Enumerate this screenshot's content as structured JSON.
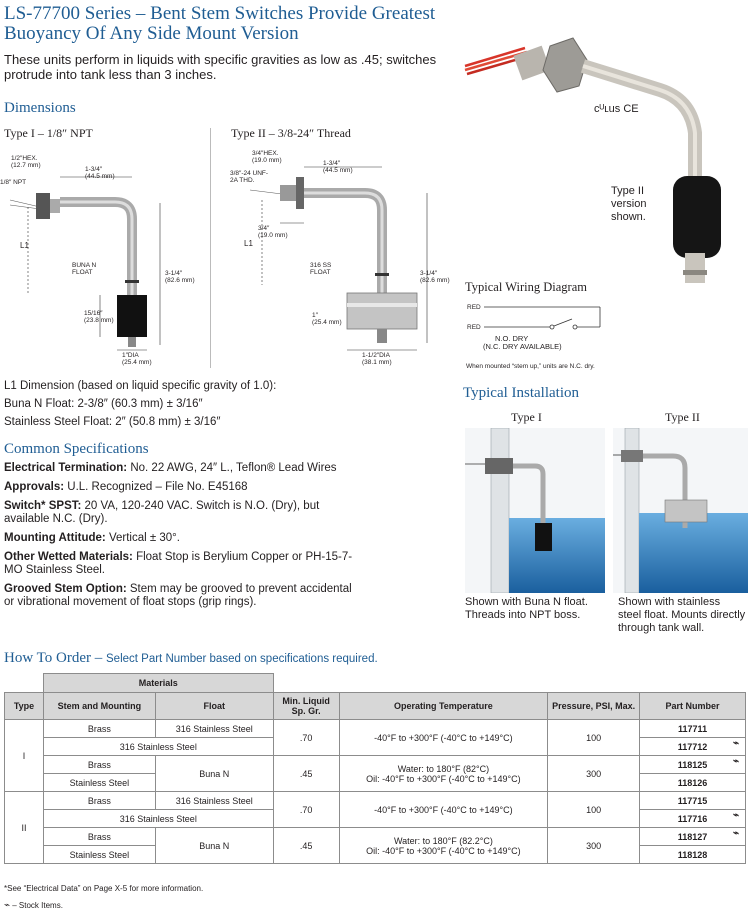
{
  "header": {
    "title_line1": "LS-77700 Series – Bent Stem Switches Provide Greatest",
    "title_line2": "Buoyancy Of Any Side Mount Version",
    "intro_line1": "These units perform in liquids with specific gravities as low as .45; switches",
    "intro_line2": "protrude into tank less than 3 inches."
  },
  "photo": {
    "caption": "Type II version shown.",
    "caption_line1": "Type II",
    "caption_line2": "version",
    "caption_line3": "shown.",
    "cert_text": "cᵁʟus CE"
  },
  "dimensions": {
    "heading": "Dimensions",
    "type1": {
      "title": "Type I – 1/8″ NPT",
      "hex": "1/2″HEX.",
      "hex_mm": "(12.7 mm)",
      "npt": "1/8″ NPT",
      "horiz": "1-3/4″",
      "horiz_mm": "(44.5 mm)",
      "l1": "L1",
      "float": "BUNA N",
      "float2": "FLOAT",
      "vert": "3-1/4″",
      "vert_mm": "(82.6 mm)",
      "float_len": "15/16″",
      "float_len_mm": "(23.8 mm)",
      "dia": "1″DIA",
      "dia_mm": "(25.4 mm)"
    },
    "type2": {
      "title": "Type II – 3/8-24″ Thread",
      "hex": "3/4″HEX.",
      "hex_mm": "(19.0 mm)",
      "thread1": "3/8″-24 UNF-",
      "thread2": "2A THD.",
      "horiz": "1-3/4″",
      "horiz_mm": "(44.5 mm)",
      "thread_len": "3/4″",
      "thread_len_mm": "(19.0 mm)",
      "l1": "L1",
      "float": "316 SS",
      "float2": "FLOAT",
      "vert": "3-1/4″",
      "vert_mm": "(82.6 mm)",
      "float_len": "1″",
      "float_len_mm": "(25.4 mm)",
      "dia": "1-1/2″DIA",
      "dia_mm": "(38.1 mm)"
    },
    "l1_note": "L1 Dimension (based on liquid specific gravity of 1.0):",
    "l1_buna": "Buna N Float:  2-3/8″ (60.3 mm) ± 3/16″",
    "l1_ss": "Stainless Steel Float:  2″ (50.8 mm) ± 3/16″"
  },
  "wiring": {
    "heading": "Typical Wiring Diagram",
    "red1": "RED",
    "red2": "RED",
    "no_dry": "N.O. DRY",
    "nc_dry": "(N.C. DRY AVAILABLE)",
    "note": "When mounted “stem up,” units are N.C. dry."
  },
  "installation": {
    "heading": "Typical Installation",
    "type1_label": "Type I",
    "type2_label": "Type II",
    "type1_caption_l1": "Shown with Buna N float.",
    "type1_caption_l2": "Threads into NPT boss.",
    "type2_caption_l1": "Shown with stainless",
    "type2_caption_l2": "steel float. Mounts directly",
    "type2_caption_l3": "through tank wall."
  },
  "specs": {
    "heading": "Common Specifications",
    "items": [
      {
        "label": "Electrical Termination:",
        "text": " No. 22 AWG, 24″ L., Teflon® Lead Wires"
      },
      {
        "label": "Approvals:",
        "text": " U.L. Recognized – File No. E45168"
      },
      {
        "label": "Switch* SPST:",
        "text": " 20 VA, 120-240 VAC.  Switch is N.O. (Dry), but available N.C. (Dry)."
      },
      {
        "label": "Mounting Attitude:",
        "text": " Vertical ± 30°."
      },
      {
        "label": "Other Wetted Materials:",
        "text": " Float Stop is Berylium Copper or PH-15-7-MO Stainless Steel."
      },
      {
        "label": "Grooved Stem Option:",
        "text": " Stem may be grooved to prevent accidental or vibrational movement of float stops (grip rings)."
      }
    ]
  },
  "order": {
    "heading": "How To Order – ",
    "subheading": "Select Part Number based on specifications required.",
    "headers": {
      "materials": "Materials",
      "type": "Type",
      "stem": "Stem and Mounting",
      "float": "Float",
      "sg": "Min. Liquid Sp. Gr.",
      "temp": "Operating Temperature",
      "pressure": "Pressure, PSI, Max.",
      "part": "Part Number"
    },
    "groups": [
      {
        "type": "I",
        "rows": [
          {
            "stem": "Brass",
            "float": "316 Stainless Steel",
            "sg": ".70",
            "temp": "-40°F to +300°F (-40°C to +149°C)",
            "pressure": "100",
            "part": "117711",
            "stock": ""
          },
          {
            "stem_float": "316 Stainless Steel",
            "part": "117712",
            "stock": "⌁"
          },
          {
            "stem": "Brass",
            "float": "Buna N",
            "sg": ".45",
            "temp1": "Water: to 180°F (82°C)",
            "temp2": "Oil: -40°F to +300°F (-40°C to +149°C)",
            "pressure": "300",
            "part": "118125",
            "stock": "⌁"
          },
          {
            "stem": "Stainless Steel",
            "part": "118126",
            "stock": ""
          }
        ]
      },
      {
        "type": "II",
        "rows": [
          {
            "stem": "Brass",
            "float": "316 Stainless Steel",
            "sg": ".70",
            "temp": "-40°F to +300°F (-40°C to +149°C)",
            "pressure": "100",
            "part": "117715",
            "stock": ""
          },
          {
            "stem_float": "316 Stainless Steel",
            "part": "117716",
            "stock": "⌁"
          },
          {
            "stem": "Brass",
            "float": "Buna N",
            "sg": ".45",
            "temp1": "Water: to 180°F (82.2°C)",
            "temp2": "Oil: -40°F to +300°F (-40°C to +149°C)",
            "pressure": "300",
            "part": "118127",
            "stock": "⌁"
          },
          {
            "stem": "Stainless Steel",
            "part": "118128",
            "stock": ""
          }
        ]
      }
    ],
    "footnote1": "*See “Electrical Data” on Page X-5 for more information.",
    "footnote2": " – Stock Items."
  },
  "colors": {
    "heading_blue": "#1f5d93",
    "water_blue": "#2a7fc1",
    "float_black": "#111111",
    "table_header_gray": "#d7d7d7"
  }
}
